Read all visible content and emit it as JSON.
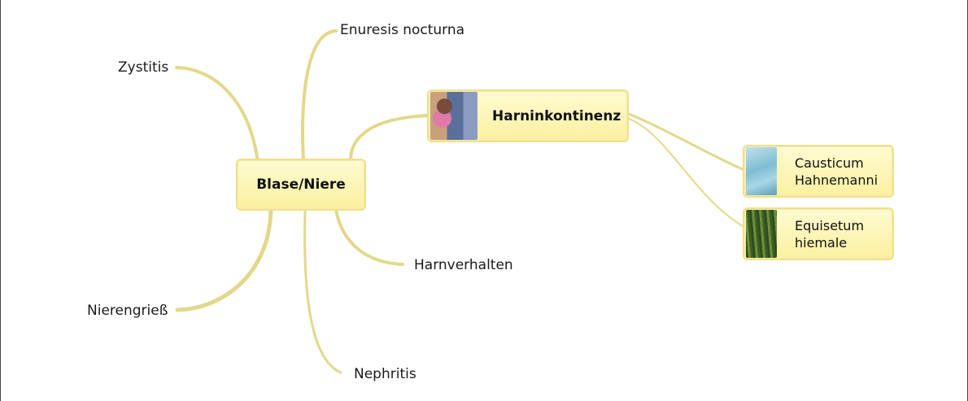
{
  "mindmap": {
    "center": {
      "label": "Blase/Niere"
    },
    "branches": {
      "enuresis": "Enuresis nocturna",
      "zystitis": "Zystitis",
      "nierengriess": "Nierengrieß",
      "nephritis": "Nephritis",
      "harnverhalten": "Harnverhalten",
      "harninkontinenz": "Harninkontinenz"
    },
    "remedies": {
      "causticum": {
        "line1": "Causticum",
        "line2": "Hahnemanni",
        "image": "water-photo"
      },
      "equisetum": {
        "line1": "Equisetum",
        "line2": "hiemale",
        "image": "horsetail-plant-photo"
      }
    },
    "harninkontinenz_image": "child-and-adult-photo"
  },
  "colors": {
    "branch": "#e3d88a",
    "node_fill_top": "#fffbd1",
    "node_fill_bottom": "#fbf0a0",
    "node_border": "#efe08a"
  }
}
